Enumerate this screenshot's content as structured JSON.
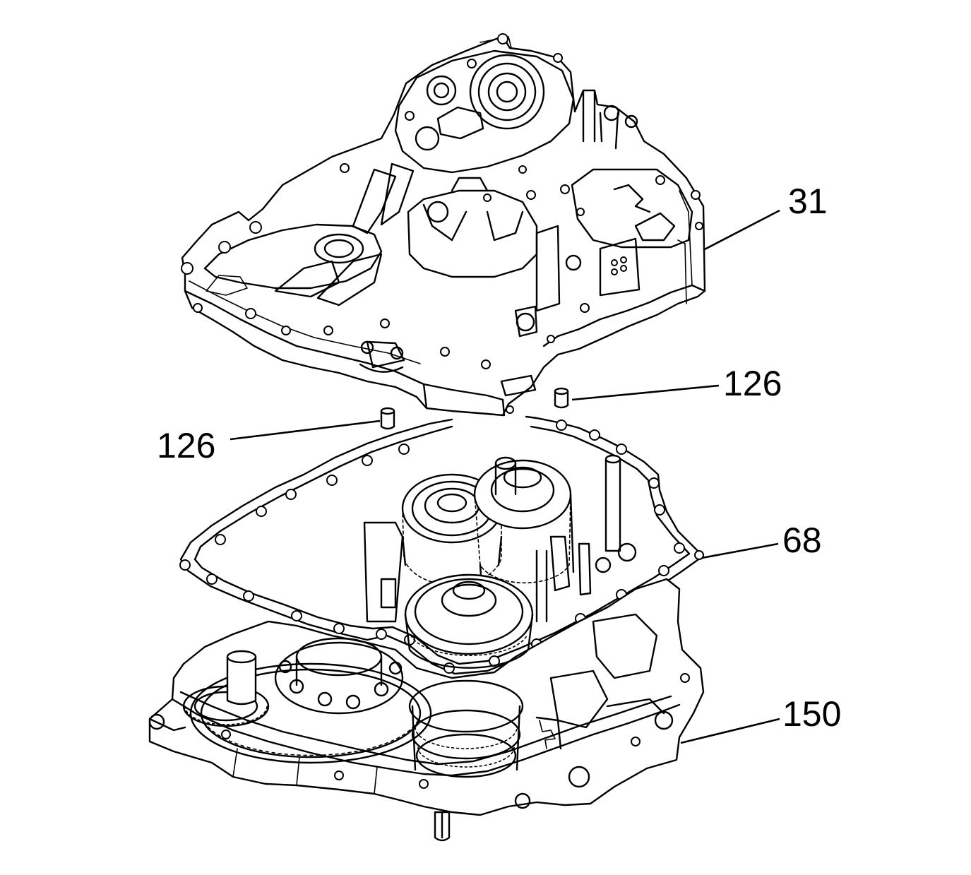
{
  "callouts": [
    {
      "id": "case-cover",
      "label": "31"
    },
    {
      "id": "dowel-right",
      "label": "126"
    },
    {
      "id": "dowel-left",
      "label": "126"
    },
    {
      "id": "gasket",
      "label": "68"
    },
    {
      "id": "case",
      "label": "150"
    }
  ]
}
